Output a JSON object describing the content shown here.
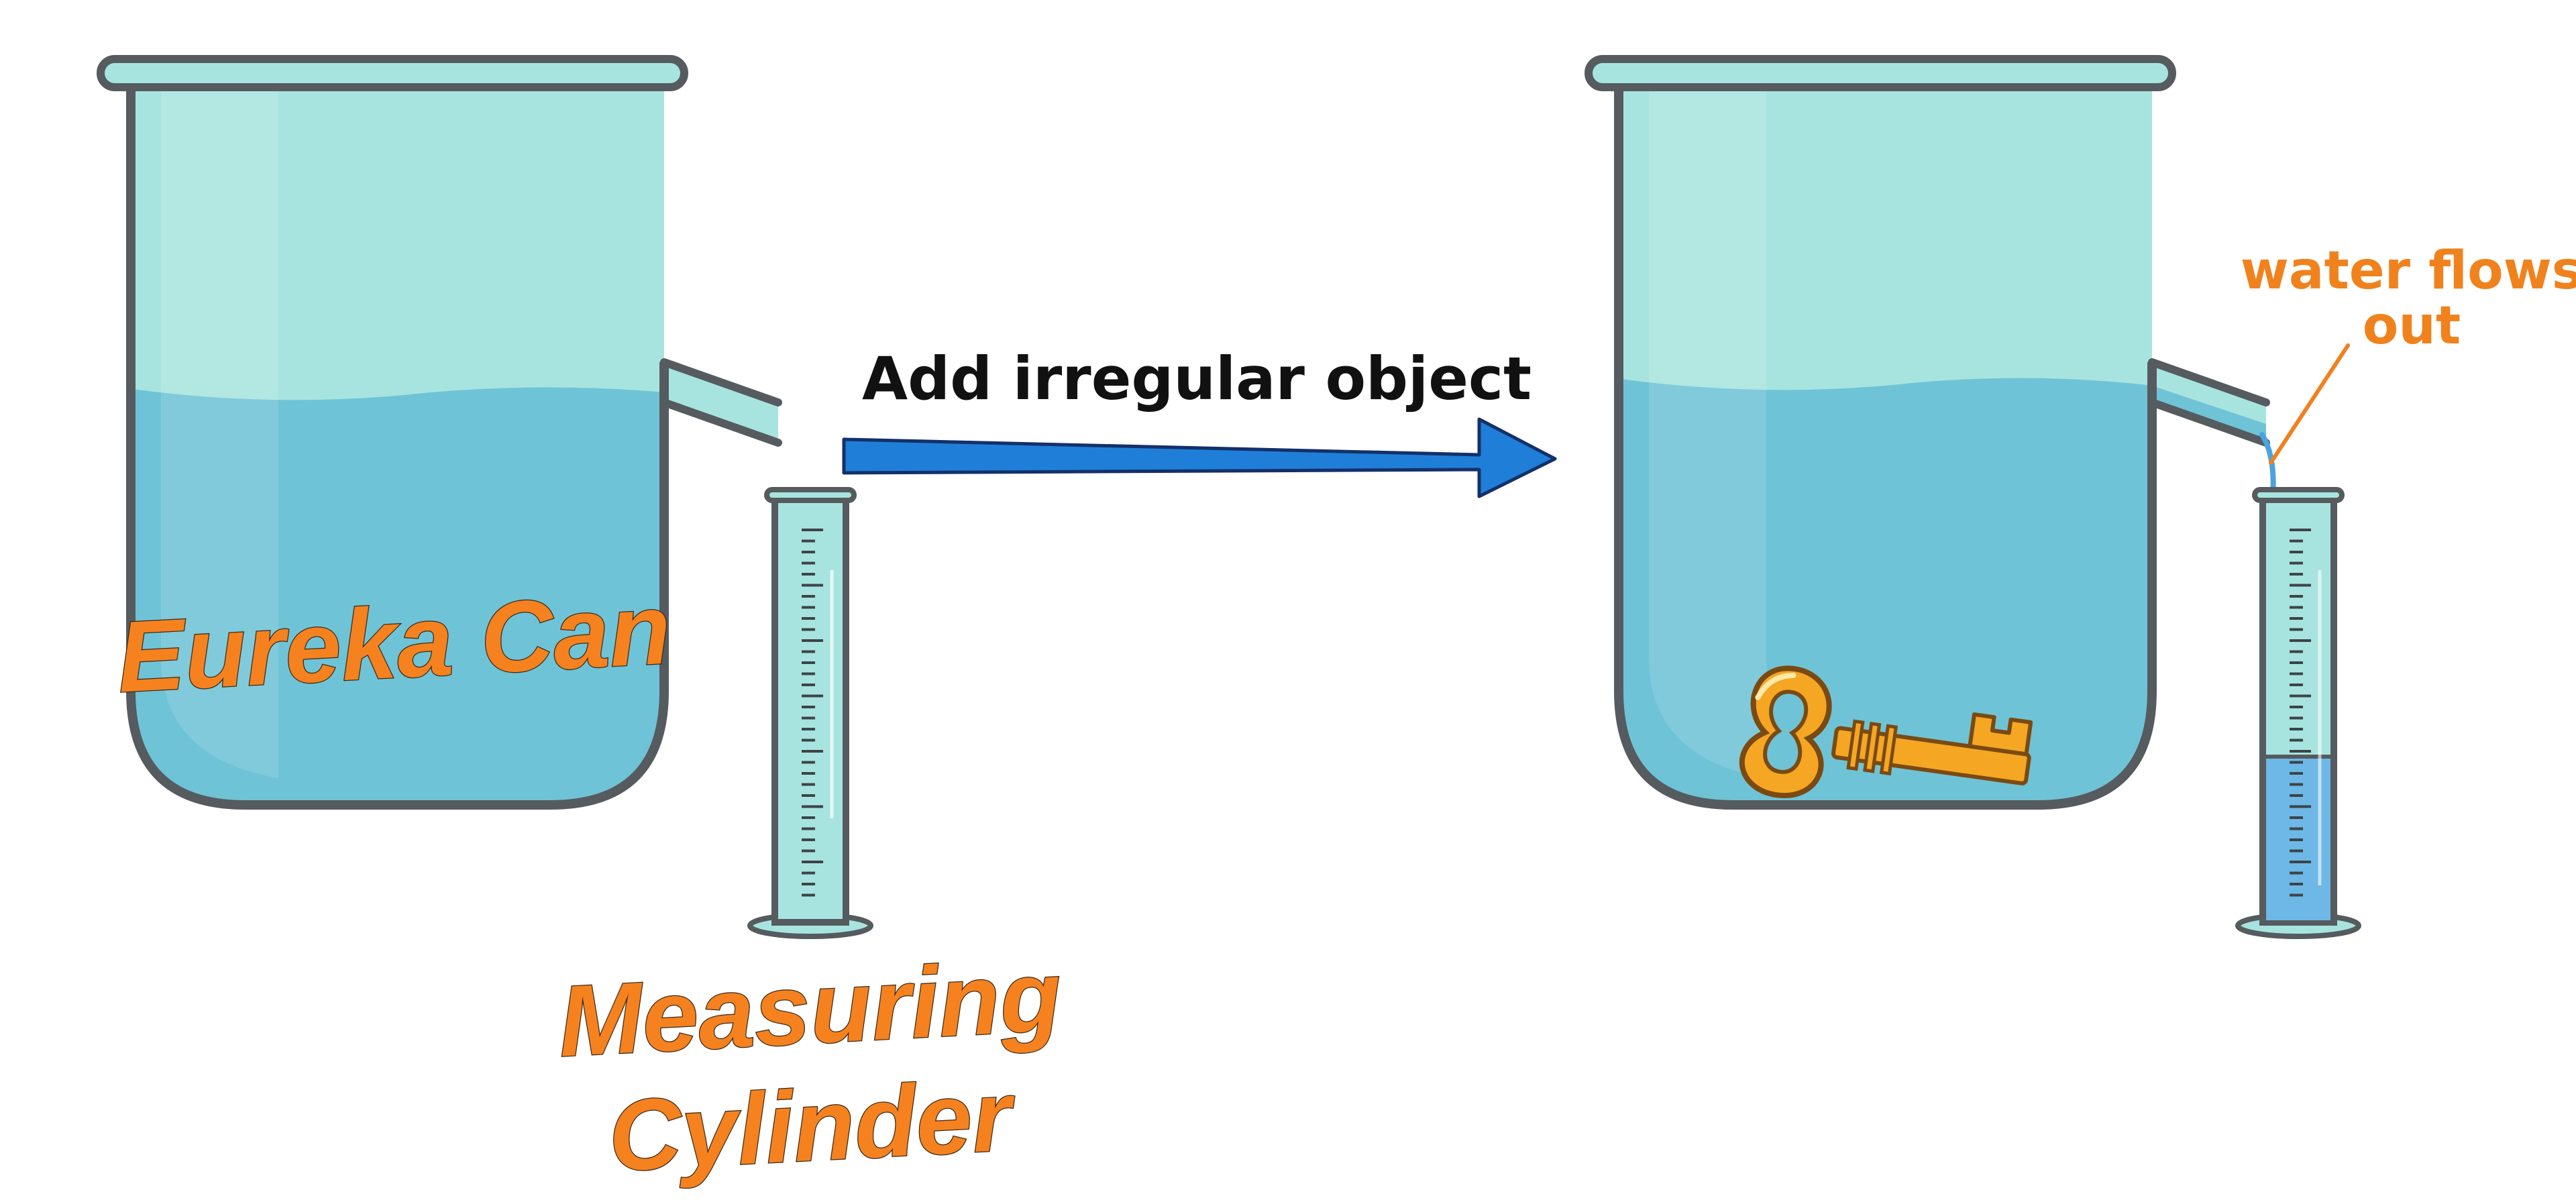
{
  "labels": {
    "eureka_can": "Eureka Can",
    "measuring_cylinder_line1": "Measuring",
    "measuring_cylinder_line2": "Cylinder",
    "arrow_caption": "Add irregular object",
    "water_flows_line1": "water flows",
    "water_flows_line2": "out"
  },
  "colors": {
    "glass": "#a8e4df",
    "glass_highlight": "#93ddd7",
    "water": "#6fc3d6",
    "outline": "#555b5e",
    "arrow": "#1f7fd8",
    "label_orange": "#f5821f",
    "key": "#f5a623",
    "cylinder_water": "#6db8e6"
  },
  "icons": {
    "object": "key-icon",
    "arrow": "right-arrow-icon"
  }
}
